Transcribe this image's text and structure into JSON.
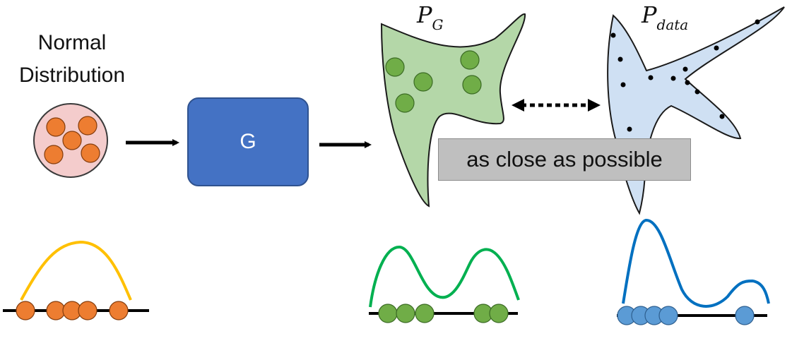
{
  "source": {
    "title_line1": "Normal",
    "title_line2": "Distribution"
  },
  "generator": {
    "label": "G"
  },
  "generated": {
    "label_main": "P",
    "label_sub": "G"
  },
  "data": {
    "label_main": "P",
    "label_sub": "data"
  },
  "comparison": {
    "label": "as close as possible"
  },
  "colors": {
    "source_fill": "#f4cccc",
    "orange": "#ed7d31",
    "generator": "#4472c4",
    "generated_fill": "#b4d7a8",
    "green_dot": "#70ad47",
    "curve_green": "#00b050",
    "data_fill": "#cfe0f3",
    "blue_dot": "#5b9bd5",
    "curve_blue": "#0070c0",
    "curve_yellow": "#ffc000",
    "banner": "#bfbfbf"
  },
  "icons": [
    "arrow-right-icon",
    "double-arrow-dotted-icon"
  ]
}
